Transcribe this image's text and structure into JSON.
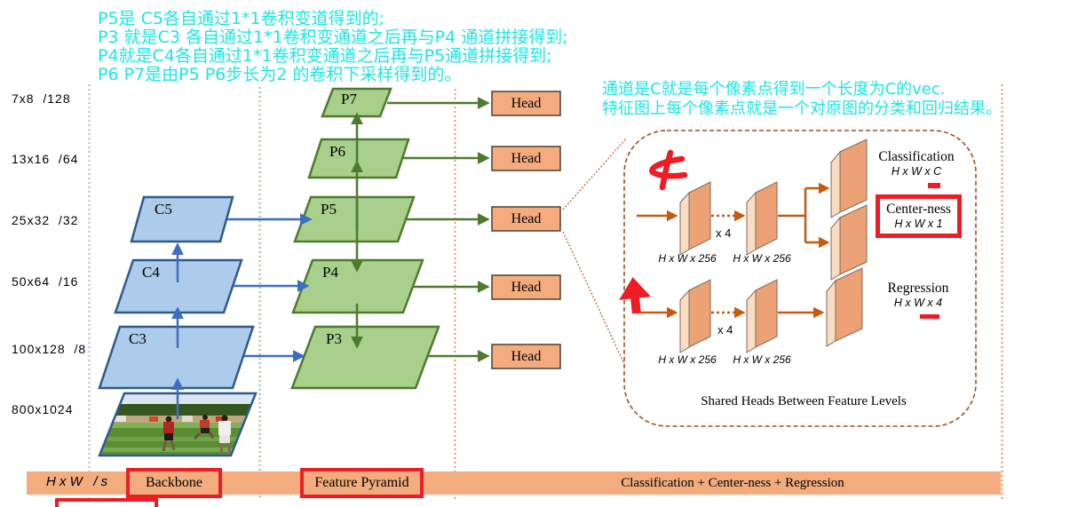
{
  "annotations": {
    "top_notes": [
      "P5是 C5各自通过1*1卷积变道得到的;",
      "P3 就是C3 各自通过1*1卷积变通道之后再与P4 通道拼接得到;",
      "P4就是C4各自通过1*1卷积变通道之后再与P5通道拼接得到;",
      "P6 P7是由P5 P6步长为2 的卷积下采样得到的。"
    ],
    "right_notes": [
      "通道是C就是每个像素点得到一个长度为C的vec.",
      "特征图上每个像素点就是一个对原图的分类和回归结果。"
    ]
  },
  "scale_labels": [
    "7x8  /128",
    "13x16  /64",
    "25x32  /32",
    "50x64  /16",
    "100x128  /8",
    "800x1024"
  ],
  "backbone_layers": [
    "C5",
    "C4",
    "C3"
  ],
  "pyramid_layers": [
    "P7",
    "P6",
    "P5",
    "P4",
    "P3"
  ],
  "head_label": "Head",
  "head_detail": {
    "conv_dim": "H x W x 256",
    "repeat_label": "x 4",
    "outputs": [
      {
        "name": "Classification",
        "dim": "H x W x C"
      },
      {
        "name": "Center-ness",
        "dim": "H x W x 1"
      },
      {
        "name": "Regression",
        "dim": "H x W x 4"
      }
    ],
    "caption": "Shared Heads Between Feature Levels"
  },
  "bottom_bar": {
    "dims_label": "H x W   / s",
    "sections": [
      "Backbone",
      "Feature Pyramid",
      "Classification + Center-ness + Regression"
    ]
  },
  "colors": {
    "note_cyan": "#1CE6E4",
    "backbone_fill": "#ADCBEA",
    "backbone_stroke": "#2E5A8C",
    "pyramid_fill": "#A8CF8C",
    "pyramid_stroke": "#4E7A2E",
    "blue_arrow": "#3D6EBF",
    "head_fill": "#F4AC7E",
    "bar_fill": "#F2AC7D",
    "orange_arrow": "#C55A11",
    "panel_border": "#9A5226",
    "red_mark": "#EE1C25"
  }
}
